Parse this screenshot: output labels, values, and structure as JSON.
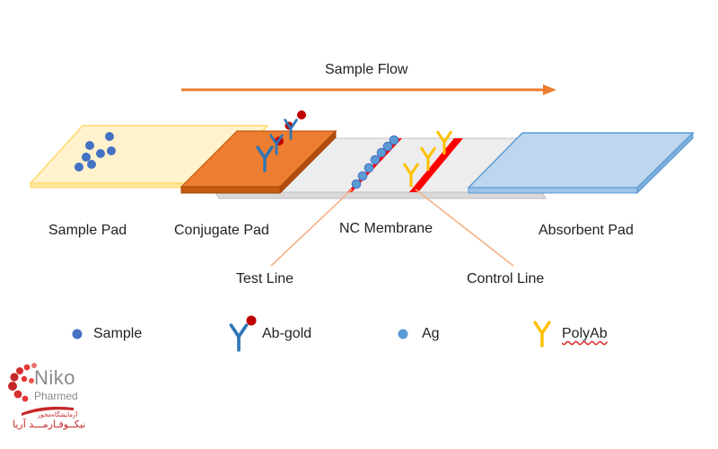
{
  "flow": {
    "label": "Sample Flow"
  },
  "components": {
    "sample_pad": "Sample Pad",
    "conjugate_pad": "Conjugate Pad",
    "nc_membrane": "NC Membrane",
    "absorbent_pad": "Absorbent Pad"
  },
  "lines": {
    "test_line": "Test Line",
    "control_line": "Control Line"
  },
  "legend": {
    "sample": "Sample",
    "ab_gold": "Ab-gold",
    "ag": "Ag",
    "polyab": "PolyAb"
  },
  "logo": {
    "brand": "Niko",
    "sub": "Pharmed",
    "fa_small": "آزمایشگاه‌محور",
    "fa_big": "نیکــوفـارمـــد آریا"
  },
  "colors": {
    "arrow": "#ED7D31",
    "sample_pad": "#FFF2CC",
    "conjugate_pad": "#ED7D31",
    "membrane": "#E7E6E6",
    "absorbent_pad": "#9DC3E6",
    "sample_dot": "#4472C4",
    "gold": "#C00000",
    "polyab": "#FFC000",
    "line_red": "#FF0000",
    "ag_dot": "#5B9BD5"
  }
}
